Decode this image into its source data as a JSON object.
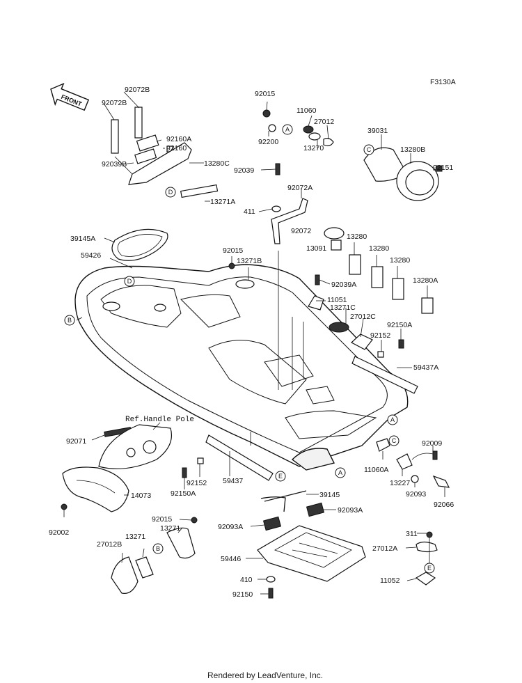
{
  "diagram_code": "F3130A",
  "front_label": "FRONT",
  "ref_handle_pole": "Ref.Handle Pole",
  "footer": "Rendered by LeadVenture, Inc.",
  "part_labels": {
    "p92072B_a": "92072B",
    "p92072B_b": "92072B",
    "p92160A": "92160A",
    "p92160": "92160",
    "p13280C": "13280C",
    "p92039B": "92039B",
    "p13271A": "13271A",
    "p92015_top": "92015",
    "p11060": "11060",
    "p27012": "27012",
    "p92200": "92200",
    "p13270": "13270",
    "p39031": "39031",
    "p13280B": "13280B",
    "p92151": "92151",
    "p92039": "92039",
    "p92072A": "92072A",
    "p411": "411",
    "p92072": "92072",
    "p13280_a": "13280",
    "p13091": "13091",
    "p13280_b": "13280",
    "p13280_c": "13280",
    "p39145A": "39145A",
    "p59426": "59426",
    "p92015_mid": "92015",
    "p13271B": "13271B",
    "p92039A": "92039A",
    "p13280A": "13280A",
    "p11051": "11051",
    "p13271C": "13271C",
    "p27012C": "27012C",
    "p92150A_right": "92150A",
    "p92152_right": "92152",
    "p59437A": "59437A",
    "p92071": "92071",
    "p92009": "92009",
    "p11060A": "11060A",
    "p13227": "13227",
    "p92093": "92093",
    "p92066": "92066",
    "p14073": "14073",
    "p92152_left": "92152",
    "p59437": "59437",
    "p92150A_left": "92150A",
    "p39145": "39145",
    "p92002": "92002",
    "p92015_bottom": "92015",
    "p13271": "13271",
    "p27012B": "27012B",
    "p92093A_left": "92093A",
    "p92093A_right": "92093A",
    "p59446": "59446",
    "p410": "410",
    "p92150": "92150",
    "p311": "311",
    "p27012A": "27012A",
    "p11052": "11052"
  },
  "ref_letters": {
    "A": "A",
    "B": "B",
    "C": "C",
    "D": "D",
    "E": "E"
  }
}
